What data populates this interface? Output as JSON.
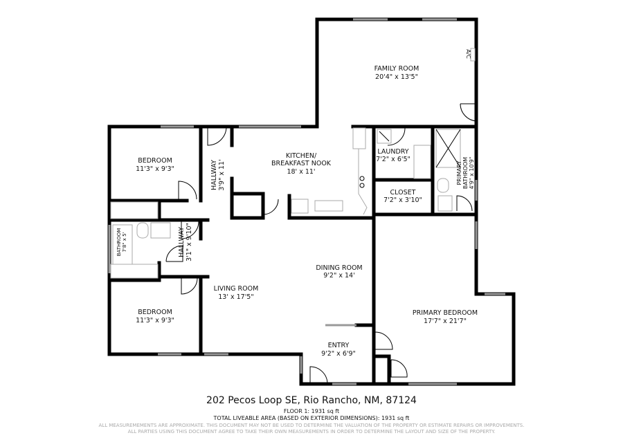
{
  "rooms": [
    {
      "name": "FAMILY ROOM",
      "dims": "20'4\" x 13'5\""
    },
    {
      "name": "BEDROOM",
      "dims": "11'3\" x 9'3\""
    },
    {
      "name": "HALLWAY",
      "dims": "3'9\" x 11'"
    },
    {
      "name": "KITCHEN/",
      "name2": "BREAKFAST NOOK",
      "dims": "18' x 11'"
    },
    {
      "name": "LAUNDRY",
      "dims": "7'2\" x 6'5\""
    },
    {
      "name": "CLOSET",
      "dims": "7'2\" x 3'10\""
    },
    {
      "name": "PRIMARY",
      "name2": "BATHROOM",
      "dims": "4'9\" x 10'9\""
    },
    {
      "name": "BATHROOM",
      "dims": "7'8\" x 5'"
    },
    {
      "name": "HALLWAY",
      "dims": "3'1\" x 9'10\""
    },
    {
      "name": "DINING ROOM",
      "dims": "9'2\" x 14'"
    },
    {
      "name": "LIVING ROOM",
      "dims": "13' x 17'5\""
    },
    {
      "name": "BEDROOM",
      "dims": "11'3\" x 9'3\""
    },
    {
      "name": "PRIMARY BEDROOM",
      "dims": "17'7\" x 21'7\""
    },
    {
      "name": "ENTRY",
      "dims": "9'2\" x 6'9\""
    }
  ],
  "ac_label": "A/C",
  "footer": {
    "address": "202 Pecos Loop SE, Rio Rancho, NM, 87124",
    "floor": "FLOOR 1: 1931 sq ft",
    "total": "TOTAL LIVEABLE AREA (BASED ON EXTERIOR DIMENSIONS): 1931 sq ft",
    "disclaimer1": "ALL MEASUREMEMENTS ARE APPROXIMATE. THIS DOCUMENT MAY NOT BE USED TO DETERMINE THE VALUATION OF THE PROPERTY OR ESTIMATE REPAIRS OR IMPROVEMENTS.",
    "disclaimer2": "ALL PARTIES USING THIS DOCUMENT AGREE TO TAKE THEIR OWN MEASUREMENTS IN ORDER TO DETERMINE THE LAYOUT AND SIZE OF THE PROPERTY."
  }
}
